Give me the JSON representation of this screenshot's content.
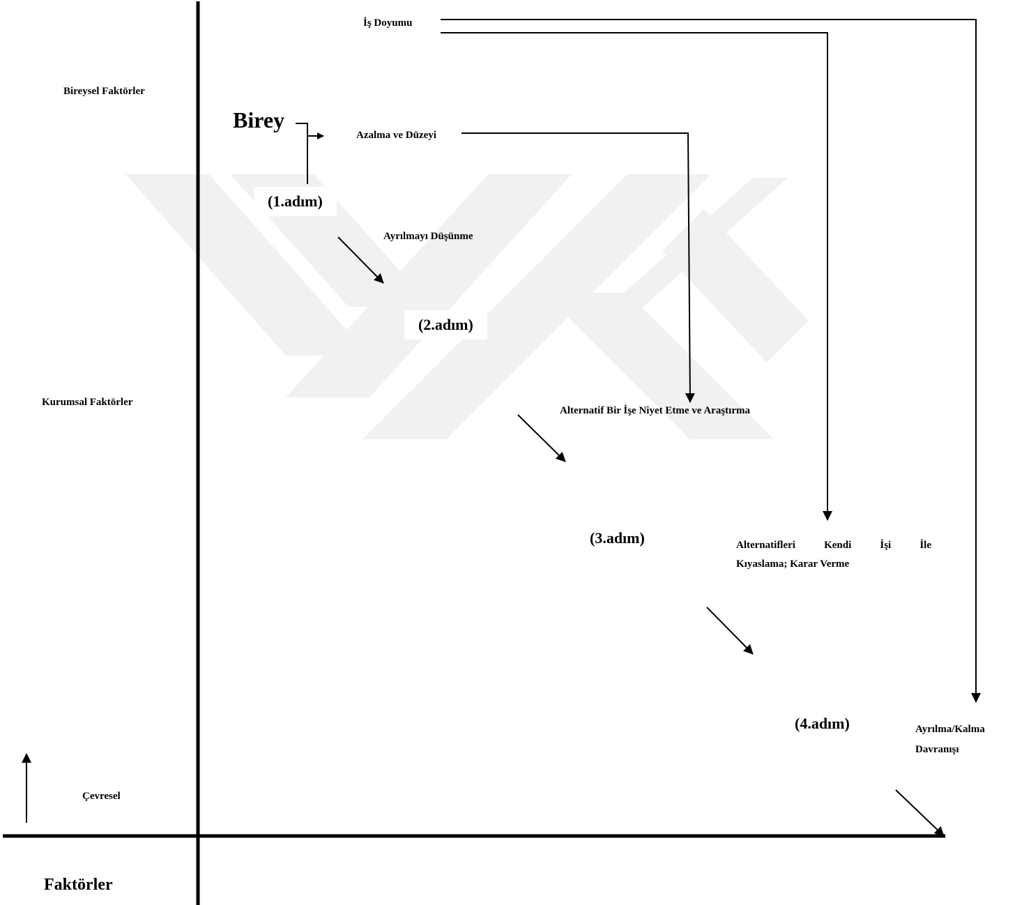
{
  "labels": {
    "is_doyumu": "İş Doyumu",
    "bireysel_faktorler": "Bireysel Faktörler",
    "birey": "Birey",
    "azalma_ve_duzeyi": "Azalma ve Düzeyi",
    "step1": "(1.adım)",
    "ayrilmayi_dusunme": "Ayrılmayı Düşünme",
    "step2": "(2.adım)",
    "kurumsal_faktorler": "Kurumsal Faktörler",
    "alternatif_is": "Alternatif Bir İşe Niyet Etme ve Araştırma",
    "step3": "(3.adım)",
    "kiyaslama_words": [
      "Alternatifleri",
      "Kendi",
      "İşi",
      "İle"
    ],
    "kiyaslama_line2": "Kıyaslama; Karar Verme",
    "step4": "(4.adım)",
    "ayrilma_kalma_1": "Ayrılma/Kalma",
    "ayrilma_kalma_2": "Davranışı",
    "cevresel": "Çevresel",
    "faktorler": "Faktörler"
  },
  "colors": {
    "line": "#000000",
    "watermark": "#f1f1f1",
    "background": "#ffffff"
  }
}
